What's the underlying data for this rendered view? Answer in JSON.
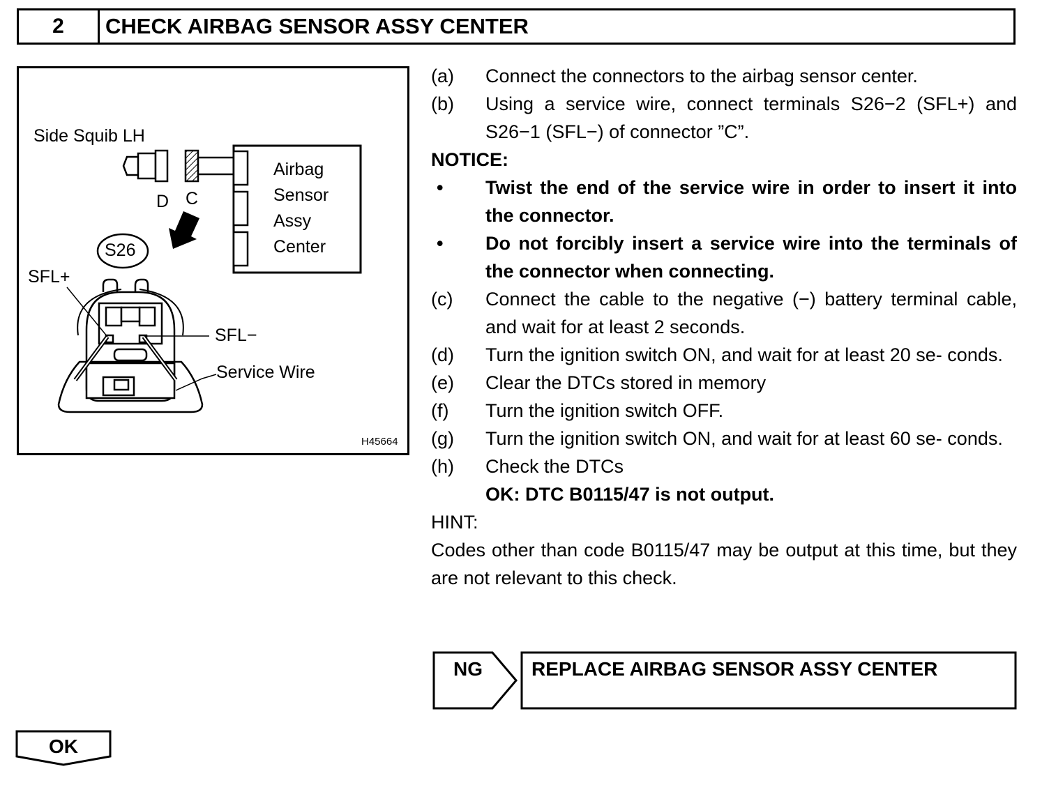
{
  "header": {
    "step": "2",
    "title": "CHECK AIRBAG SENSOR ASSY CENTER"
  },
  "figure": {
    "side_squib": "Side Squib LH",
    "conn_d": "D",
    "conn_c": "C",
    "sensor_line1": "Airbag",
    "sensor_line2": "Sensor",
    "sensor_line3": "Assy",
    "sensor_line4": "Center",
    "connector_id": "S26",
    "sfl_plus": "SFL+",
    "sfl_minus": "SFL−",
    "service_wire": "Service Wire",
    "code": "H45664"
  },
  "steps": {
    "a": {
      "marker": "(a)",
      "text": "Connect the connectors to the airbag sensor center."
    },
    "b": {
      "marker": "(b)",
      "text": "Using a service wire, connect terminals S26−2 (SFL+) and S26−1 (SFL−) of connector ”C”."
    },
    "notice_heading": "NOTICE:",
    "notice1": {
      "marker": "•",
      "text": "Twist the end of the service wire in order to insert it into the connector."
    },
    "notice2": {
      "marker": "•",
      "text": "Do not forcibly insert a service wire into the terminals of the connector when connecting."
    },
    "c": {
      "marker": "(c)",
      "text": "Connect the cable to the negative (−) battery terminal cable, and wait for at least 2 seconds."
    },
    "d": {
      "marker": "(d)",
      "text": "Turn the ignition switch ON, and wait for at least 20 se- conds."
    },
    "e": {
      "marker": "(e)",
      "text": "Clear the DTCs stored in memory"
    },
    "f": {
      "marker": "(f)",
      "text": "Turn the ignition switch OFF."
    },
    "g": {
      "marker": "(g)",
      "text": "Turn the ignition switch ON, and wait for at least 60 se- conds."
    },
    "h": {
      "marker": "(h)",
      "text": "Check the DTCs"
    },
    "ok_result": "OK: DTC B0115/47 is not output.",
    "hint_heading": "HINT:",
    "hint_text": "Codes other than code B0115/47 may be output at this time, but they are not relevant to this check."
  },
  "ng": {
    "label": "NG",
    "action": "REPLACE AIRBAG SENSOR ASSY CENTER"
  },
  "ok": {
    "label": "OK"
  }
}
